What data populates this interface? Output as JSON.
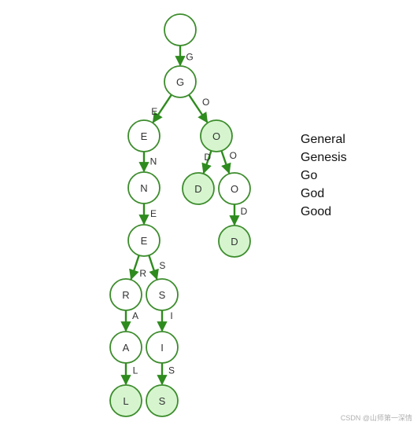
{
  "colors": {
    "node_stroke": "#3c8c2c",
    "node_fill_normal": "#ffffff",
    "node_fill_terminal": "#d6f5cf",
    "edge": "#2e8b1e"
  },
  "trie": {
    "nodes": [
      {
        "id": "root",
        "label": "",
        "terminal": false
      },
      {
        "id": "n_G",
        "label": "G",
        "terminal": false
      },
      {
        "id": "n_GE",
        "label": "E",
        "terminal": false
      },
      {
        "id": "n_GO",
        "label": "O",
        "terminal": true
      },
      {
        "id": "n_GEN",
        "label": "N",
        "terminal": false
      },
      {
        "id": "n_GENE",
        "label": "E",
        "terminal": false
      },
      {
        "id": "n_GENER",
        "label": "R",
        "terminal": false
      },
      {
        "id": "n_GENERA",
        "label": "A",
        "terminal": false
      },
      {
        "id": "n_GENERAL",
        "label": "L",
        "terminal": true
      },
      {
        "id": "n_GENES",
        "label": "S",
        "terminal": false
      },
      {
        "id": "n_GENESI",
        "label": "I",
        "terminal": false
      },
      {
        "id": "n_GENESIS",
        "label": "S",
        "terminal": true
      },
      {
        "id": "n_GOD",
        "label": "D",
        "terminal": true
      },
      {
        "id": "n_GOO",
        "label": "O",
        "terminal": false
      },
      {
        "id": "n_GOOD",
        "label": "D",
        "terminal": true
      }
    ],
    "edges": [
      {
        "from": "root",
        "to": "n_G",
        "label": "G"
      },
      {
        "from": "n_G",
        "to": "n_GE",
        "label": "E"
      },
      {
        "from": "n_G",
        "to": "n_GO",
        "label": "O"
      },
      {
        "from": "n_GE",
        "to": "n_GEN",
        "label": "N"
      },
      {
        "from": "n_GEN",
        "to": "n_GENE",
        "label": "E"
      },
      {
        "from": "n_GENE",
        "to": "n_GENER",
        "label": "R"
      },
      {
        "from": "n_GENE",
        "to": "n_GENES",
        "label": "S"
      },
      {
        "from": "n_GENER",
        "to": "n_GENERA",
        "label": "A"
      },
      {
        "from": "n_GENERA",
        "to": "n_GENERAL",
        "label": "L"
      },
      {
        "from": "n_GENES",
        "to": "n_GENESI",
        "label": "I"
      },
      {
        "from": "n_GENESI",
        "to": "n_GENESIS",
        "label": "S"
      },
      {
        "from": "n_GO",
        "to": "n_GOD",
        "label": "D"
      },
      {
        "from": "n_GO",
        "to": "n_GOO",
        "label": "O"
      },
      {
        "from": "n_GOO",
        "to": "n_GOOD",
        "label": "D"
      }
    ]
  },
  "words": [
    "General",
    "Genesis",
    "Go",
    "God",
    "Good"
  ],
  "watermark": "CSDN @山师第一深情"
}
